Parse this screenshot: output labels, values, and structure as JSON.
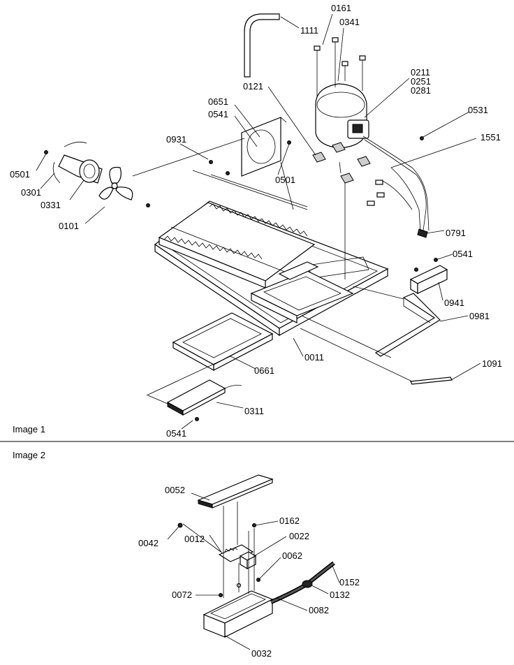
{
  "sections": {
    "image1_label": "Image 1",
    "image2_label": "Image 2"
  },
  "callouts_image1": [
    "1111",
    "0161",
    "0341",
    "0121",
    "0211",
    "0251",
    "0281",
    "0651",
    "0541",
    "0531",
    "1551",
    "0931",
    "0501",
    "0501",
    "0301",
    "0331",
    "0101",
    "0791",
    "0541",
    "0941",
    "0981",
    "0011",
    "0661",
    "1091",
    "0311",
    "0541"
  ],
  "callouts_image2": [
    "0052",
    "0042",
    "0012",
    "0162",
    "0022",
    "0062",
    "0152",
    "0132",
    "0072",
    "0082",
    "0032"
  ]
}
